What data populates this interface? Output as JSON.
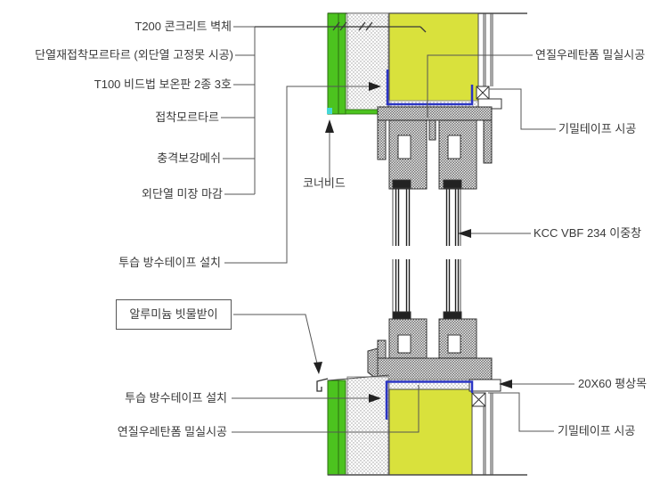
{
  "drawing_labels": {
    "concrete_wall": "T200 콘크리트 벽체",
    "insul_adhesive_mortar": "단열재접착모르타르 (외단열 고정못 시공)",
    "insul_board": "T100 비드법 보온판 2종 3호",
    "adhesive_mortar": "접착모르타르",
    "impact_mesh": "충격보강메쉬",
    "ext_plaster_finish": "외단열 미장 마감",
    "vapor_tape_top": "투습 방수테이프 설치",
    "alum_gutter": "알루미늄 빗물받이",
    "vapor_tape_bottom": "투습 방수테이프 설치",
    "urethane_foam_bottom": "연질우레탄폼 밀실시공",
    "corner_bead": "코너비드",
    "urethane_foam_top": "연질우레탄폼 밀실시공",
    "airtight_tape_top": "기밀테이프 시공",
    "window_model": "KCC VBF 234 이중창",
    "wood_batten": "20X60 평상목",
    "airtight_tape_bottom": "기밀테이프 시공"
  },
  "colors": {
    "concrete_yellow": "#d9e13c",
    "finish_green": "#4cc31f",
    "tape_blue": "#2b35c4",
    "accent_cyan": "#45d8d8",
    "line": "#4a4a4a"
  }
}
